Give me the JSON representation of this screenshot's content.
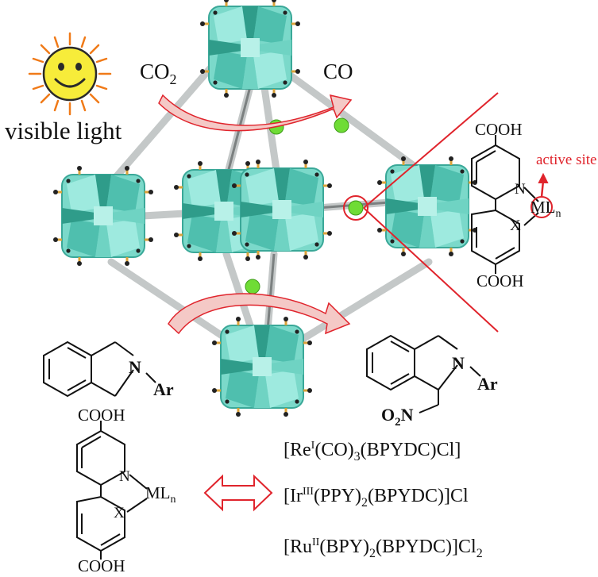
{
  "labels": {
    "co2_main": "CO",
    "co2_sub": "2",
    "co": "CO",
    "visible_light": "visible light",
    "active_site": "active site"
  },
  "right_ligand": {
    "cooh_top": "COOH",
    "cooh_bottom": "COOH",
    "n": "N",
    "x": "X",
    "ml": "ML",
    "ml_sub": "n"
  },
  "bottom_ligand": {
    "cooh_top": "COOH",
    "cooh_bottom": "COOH",
    "n": "N",
    "x": "X",
    "ml": "ML",
    "ml_sub": "n"
  },
  "reactant": {
    "n": "N",
    "ar": "Ar"
  },
  "product": {
    "n": "N",
    "ar": "Ar",
    "o2n_o": "O",
    "o2n_2": "2",
    "o2n_n": "N"
  },
  "complexes": [
    {
      "pre": "[Re",
      "ox": "I",
      "post": "(CO)",
      "sub": "3",
      "tail": "(BPYDC)Cl]",
      "sub2": ""
    },
    {
      "pre": "[Ir",
      "ox": "III",
      "post": "(PPY)",
      "sub": "2",
      "tail": "(BPYDC)]Cl",
      "sub2": ""
    },
    {
      "pre": "[Ru",
      "ox": "II",
      "post": "(BPY)",
      "sub": "2",
      "tail": "(BPYDC)]Cl",
      "sub2": "2"
    }
  ],
  "colors": {
    "cluster_light": "#8fe3d6",
    "cluster_mid": "#5fc8b8",
    "cluster_dark": "#2f9c8a",
    "linker_rod": "#c4c8c8",
    "node_ball": "#6fdc35",
    "red_accent": "#e0242c",
    "sun_face": "#f7ec3a",
    "sun_rays": "#f07a18",
    "gold_bond": "#d9a23a"
  },
  "icons": {
    "sun": "smiling-sun-icon",
    "double_arrow": "double-headed-arrow-icon"
  }
}
